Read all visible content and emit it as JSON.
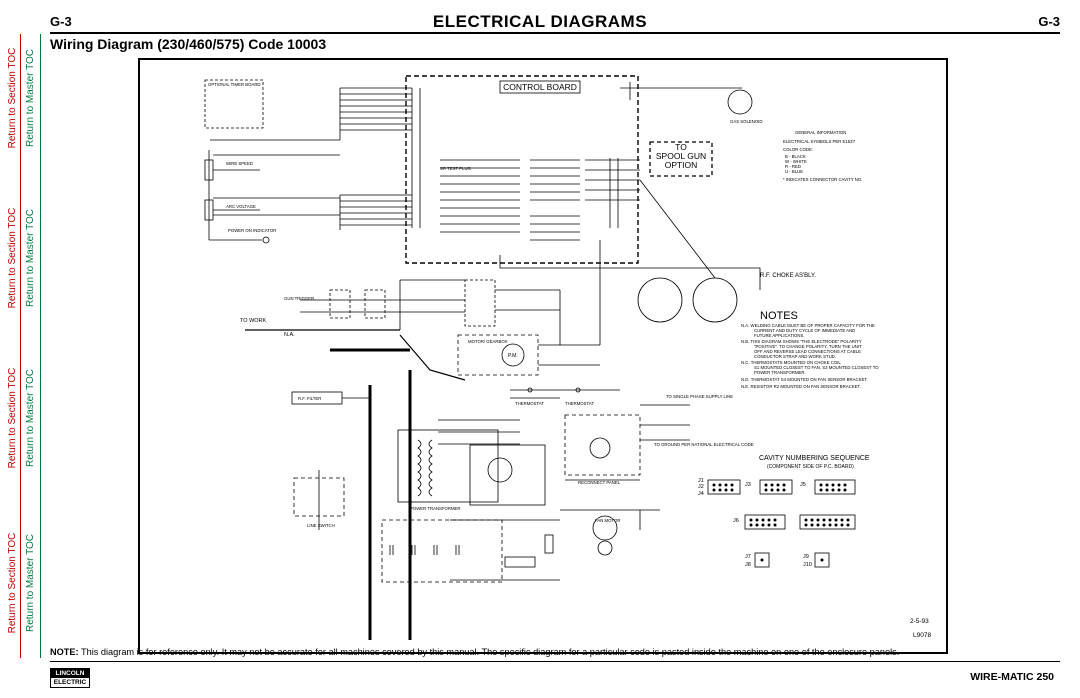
{
  "page": {
    "number": "G-3",
    "section_title": "ELECTRICAL DIAGRAMS",
    "diagram_title": "Wiring Diagram (230/460/575) Code 10003",
    "note_label": "NOTE:",
    "note_text": "This diagram is for reference only. It may not be accurate for all machines covered by this manual. The specific diagram for a particular code is pasted inside the machine on one of the enclosure panels.",
    "model": "WIRE-MATIC  250",
    "logo_top": "LINCOLN",
    "logo_bottom": "ELECTRIC"
  },
  "side_nav": {
    "section_toc": "Return to Section TOC",
    "master_toc": "Return to Master TOC"
  },
  "diagram": {
    "control_board": "CONTROL BOARD",
    "spool_gun_1": "TO",
    "spool_gun_2": "SPOOL GUN",
    "spool_gun_3": "OPTION",
    "choke": "R.F. CHOKE AS'BLY.",
    "notes_heading": "NOTES",
    "notes": [
      "N.A.  WELDING CABLE MUST BE OF PROPER CAPACITY FOR THE",
      "CURRENT AND DUTY CYCLE OF IMMEDIATE AND",
      "FUTURE APPLICATIONS.",
      "N.B.  THIS DIAGRAM SHOWS \"THE ELECTRODE\" POLARITY",
      "\"POSITIVE\". TO CHANGE POLARITY, TURN THE UNIT",
      "OFF AND REVERSE LEAD CONNECTIONS AT CABLE",
      "CONDUCTOR STRAP AND WORK STUD.",
      "N.C.  THERMOSTATS MOUNTED ON CHOKE COIL",
      "S1 MOUNTED CLOSEST TO FAN, S3 MOUNTED CLOSEST TO",
      "POWER TRANSFORMER.",
      "N.D.  THERMOSTAT S4 MOUNTED ON FAN SENSOR BRACKET.",
      "N.E.  RESISTOR R2 MOUNTED ON FAN SENSOR BRACKET."
    ],
    "general_info": [
      "GENERAL INFORMATION",
      "ELECTRICAL SYMBOLS PER E1537",
      "COLOR CODE:",
      "B - BLACK",
      "W - WHITE",
      "R - RED",
      "U - BLUE",
      "* INDICATES CONNECTOR CAVITY NO."
    ],
    "cavity_heading": "CAVITY NUMBERING SEQUENCE",
    "cavity_sub": "(COMPONENT SIDE OF P.C. BOARD)",
    "connector_labels": [
      "J1",
      "J2",
      "J3",
      "J4",
      "J5",
      "J6",
      "J7",
      "J8",
      "J9",
      "J10"
    ],
    "labels": {
      "gun_trigger": "GUN TRIGGER",
      "to_work": "TO WORK",
      "na": "N.A.",
      "motor": "MOTOR/ GEARBOX",
      "pm": "P.M.",
      "rf_filter": "R.F. FILTER",
      "thermostat": "THERMOSTAT",
      "power_transformer": "POWER TRANSFORMER",
      "line_switch": "LINE SWITCH",
      "reconnect": "RECONNECT PANEL",
      "fan_motor": "FAN MOTOR",
      "supply_line": "TO SINGLE PHASE SUPPLY LINE",
      "ground": "TO GROUND PER NATIONAL ELECTRICAL CODE",
      "gas_solenoid": "GAS SOLENOID",
      "wire_speed": "WIRE SPEED",
      "arc_voltage": "ARC VOLTAGE",
      "power_on": "POWER ON INDICATOR",
      "optional_timer": "OPTIONAL TIMER BOARD",
      "sr_test": "SR TEST PLUG",
      "date": "2-5-93",
      "drawing_no": "L9078"
    }
  }
}
